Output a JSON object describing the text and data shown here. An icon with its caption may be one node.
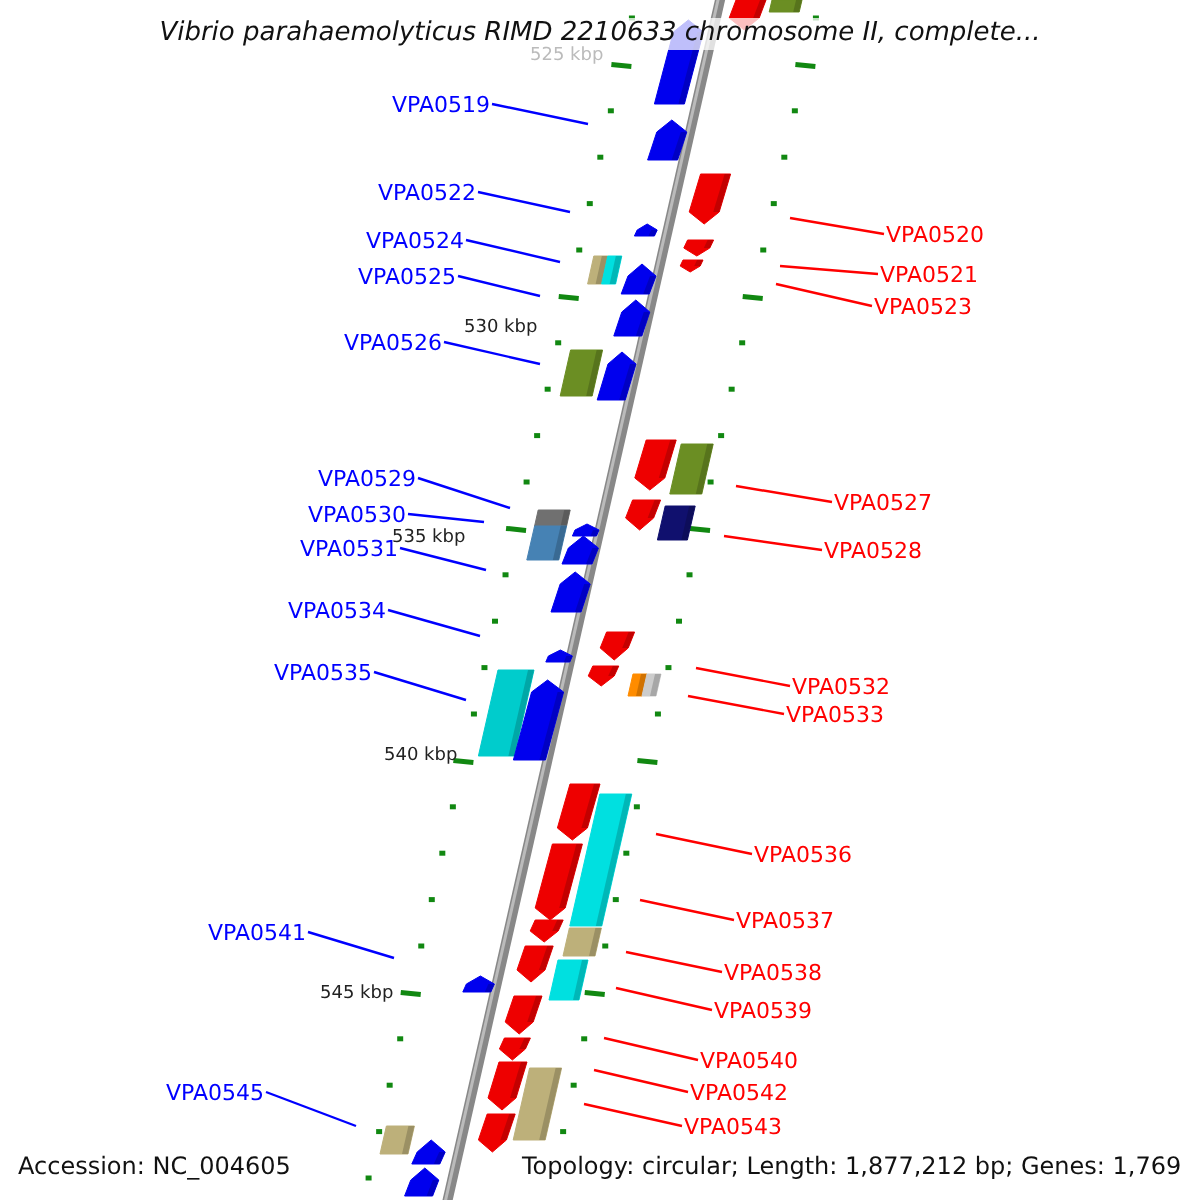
{
  "diagram": {
    "title": "Vibrio parahaemolyticus RIMD 2210633 chromosome II, complete...",
    "nodes": [
      {
        "text": [
          "VPA0519"
        ]
      },
      {
        "text": [
          "VPA0522"
        ]
      },
      {
        "text": [
          "VPA0520"
        ]
      },
      {
        "text": [
          "VPA0524"
        ]
      },
      {
        "text": [
          "VPA0521"
        ]
      },
      {
        "text": [
          "VPA0525"
        ]
      },
      {
        "text": [
          "VPA0523"
        ]
      },
      {
        "text": [
          "VPA0526"
        ]
      },
      {
        "text": [
          "VPA0529"
        ]
      },
      {
        "text": [
          "VPA0527"
        ]
      },
      {
        "text": [
          "VPA0530"
        ]
      },
      {
        "text": [
          "VPA0531"
        ]
      },
      {
        "text": [
          "VPA0528"
        ]
      },
      {
        "text": [
          "VPA0534"
        ]
      },
      {
        "text": [
          "VPA0535"
        ]
      },
      {
        "text": [
          "VPA0532"
        ]
      },
      {
        "text": [
          "VPA0533"
        ]
      },
      {
        "text": [
          "VPA0536"
        ]
      },
      {
        "text": [
          "VPA0537"
        ]
      },
      {
        "text": [
          "VPA0541"
        ]
      },
      {
        "text": [
          "VPA0538"
        ]
      },
      {
        "text": [
          "VPA0539"
        ]
      },
      {
        "text": [
          "VPA0540"
        ]
      },
      {
        "text": [
          "VPA0542"
        ]
      },
      {
        "text": [
          "VPA0545"
        ]
      },
      {
        "text": [
          "VPA0543"
        ]
      }
    ],
    "edges": [
      {
        "from": 0,
        "to": null,
        "arrow": "none",
        "color": "#0000ff"
      },
      {
        "from": 1,
        "to": null,
        "arrow": "none",
        "color": "#0000ff"
      },
      {
        "from": 2,
        "to": null,
        "arrow": "none"
      },
      {
        "from": 3,
        "to": null,
        "arrow": "none",
        "color": "#0000ff"
      },
      {
        "from": 4,
        "to": null,
        "arrow": "none"
      },
      {
        "from": 5,
        "to": null,
        "arrow": "none",
        "color": "#0000ff"
      },
      {
        "from": 6,
        "to": null,
        "arrow": "none"
      },
      {
        "from": 7,
        "to": null,
        "arrow": "none",
        "color": "#0000ff"
      },
      {
        "from": 8,
        "to": null,
        "arrow": "none",
        "color": "#0000ff"
      },
      {
        "from": 9,
        "to": null,
        "arrow": "none"
      },
      {
        "from": 10,
        "to": null,
        "arrow": "none",
        "color": "#0000ff"
      },
      {
        "from": 11,
        "to": null,
        "arrow": "none",
        "color": "#0000ff"
      },
      {
        "from": 12,
        "to": null,
        "arrow": "none"
      },
      {
        "from": 13,
        "to": null,
        "arrow": "none",
        "color": "#0000ff"
      },
      {
        "from": 14,
        "to": null,
        "arrow": "none",
        "color": "#0000ff"
      },
      {
        "from": 15,
        "to": null,
        "arrow": "none"
      },
      {
        "from": 16,
        "to": null,
        "arrow": "none"
      },
      {
        "from": 17,
        "to": null,
        "arrow": "none"
      },
      {
        "from": 18,
        "to": null,
        "arrow": "none"
      },
      {
        "from": 19,
        "to": null,
        "arrow": "none",
        "color": "#0000ff"
      },
      {
        "from": 20,
        "to": null,
        "arrow": "none"
      },
      {
        "from": 21,
        "to": null,
        "arrow": "none"
      },
      {
        "from": 22,
        "to": null,
        "arrow": "none"
      },
      {
        "from": 23,
        "to": null,
        "arrow": "none"
      },
      {
        "from": 24,
        "to": null,
        "arrow": "none",
        "color": "#0000ff"
      },
      {
        "from": 25,
        "to": null,
        "arrow": "none"
      }
    ],
    "labels": [
      "525 kbp",
      "530 kbp",
      "535 kbp",
      "540 kbp",
      "545 kbp",
      "Accession: NC_004605",
      "Topology: circular; Length: 1,877,212 bp; Genes: 1,769"
    ]
  }
}
